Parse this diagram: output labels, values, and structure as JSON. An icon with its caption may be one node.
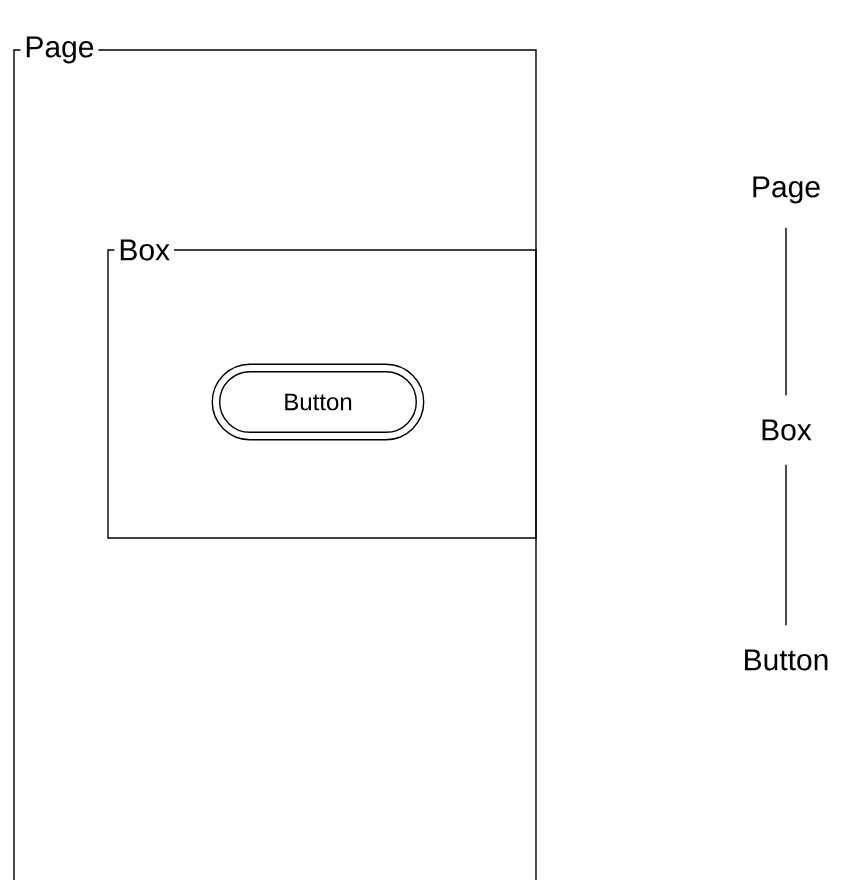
{
  "diagram": {
    "nodes": [
      {
        "text": [
          "Page"
        ]
      },
      {
        "text": [
          "Box"
        ],
        "in": 0
      },
      {
        "text": [
          "Button"
        ],
        "in": 1
      },
      {
        "text": [
          "Page"
        ]
      },
      {
        "text": [
          "Box"
        ]
      },
      {
        "text": [
          "Button"
        ]
      }
    ],
    "edges": [
      {
        "from": 3,
        "to": 4,
        "arrow": "none"
      },
      {
        "from": 4,
        "to": 5,
        "arrow": "none"
      }
    ]
  }
}
